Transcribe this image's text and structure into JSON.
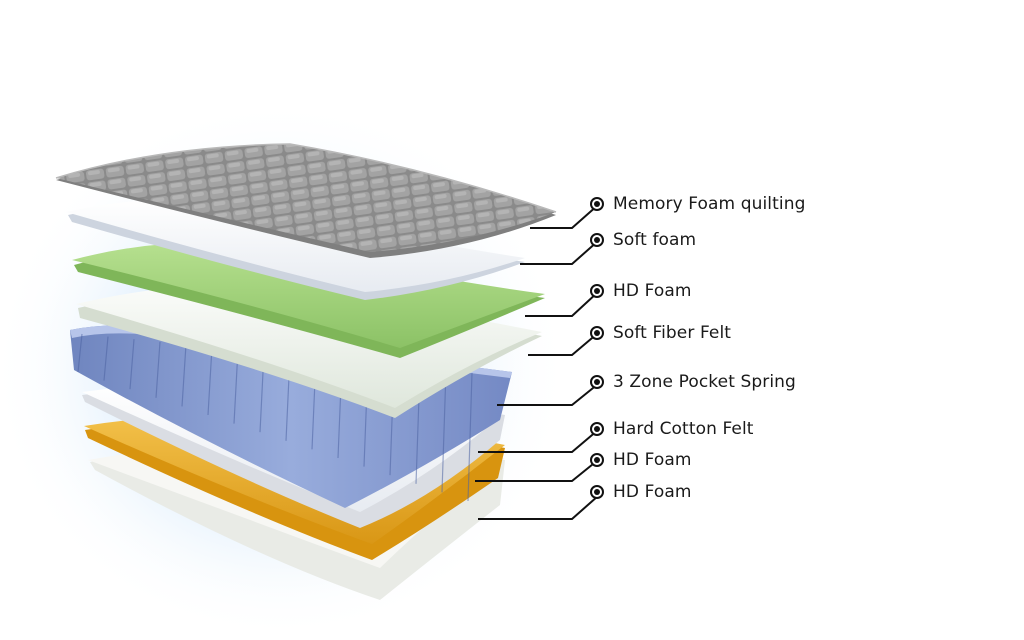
{
  "layers": [
    {
      "label": "Memory Foam quilting",
      "color": "#8d8d8d",
      "icon": "target-dot-icon"
    },
    {
      "label": "Soft foam",
      "color": "#f4f6fa",
      "icon": "target-dot-icon"
    },
    {
      "label": "HD Foam",
      "color": "#9fd07a",
      "icon": "target-dot-icon"
    },
    {
      "label": "Soft Fiber Felt",
      "color": "#f0f2ef",
      "icon": "target-dot-icon"
    },
    {
      "label": "3 Zone Pocket Spring",
      "color": "#8fa4d6",
      "icon": "target-dot-icon"
    },
    {
      "label": "Hard Cotton Felt",
      "color": "#f1f1f3",
      "icon": "target-dot-icon"
    },
    {
      "label": "HD Foam",
      "color": "#e3a928",
      "icon": "target-dot-icon"
    },
    {
      "label": "HD Foam",
      "color": "#f3f3f1",
      "icon": "target-dot-icon"
    }
  ],
  "colors": {
    "glow": "#cfe6fb",
    "leader_line": "#111111",
    "text": "#1a1a1a"
  }
}
